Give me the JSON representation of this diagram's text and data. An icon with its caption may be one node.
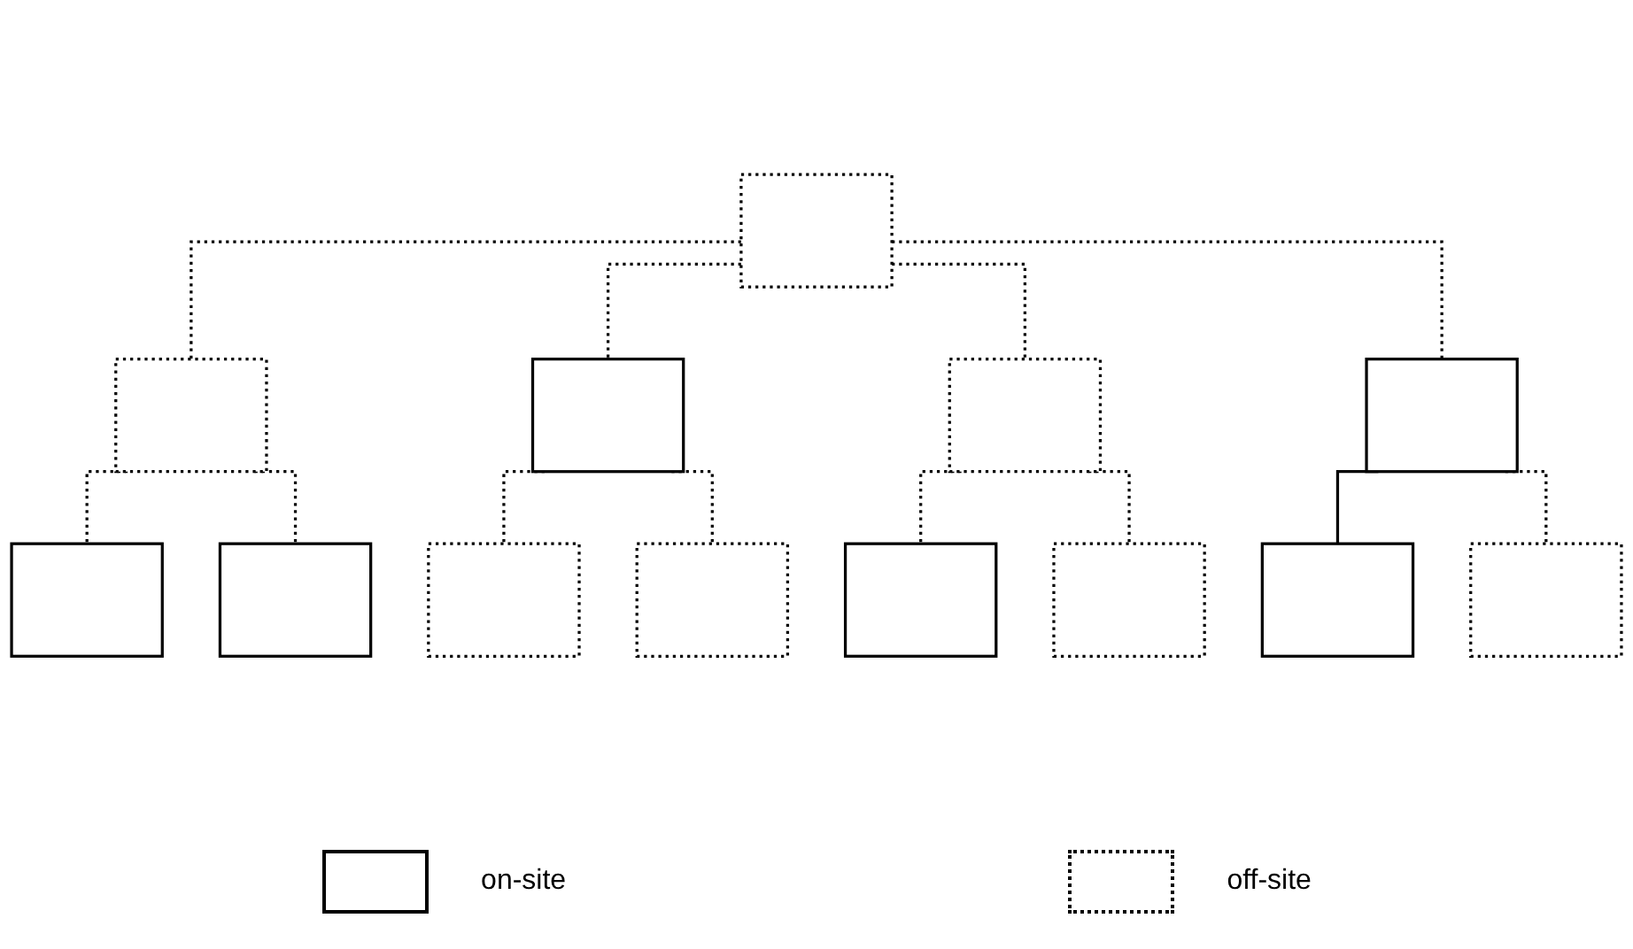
{
  "diagram": {
    "nodes": [
      {
        "text": [],
        "shape": "box"
      },
      {
        "text": [],
        "shape": "box"
      },
      {
        "text": [],
        "shape": "box"
      },
      {
        "text": [],
        "shape": "box"
      },
      {
        "text": [],
        "shape": "box"
      },
      {
        "text": [],
        "shape": "box"
      },
      {
        "text": [],
        "shape": "box"
      },
      {
        "text": [],
        "shape": "box"
      },
      {
        "text": [],
        "shape": "box"
      },
      {
        "text": [],
        "shape": "box"
      },
      {
        "text": [],
        "shape": "box"
      },
      {
        "text": [],
        "shape": "box"
      },
      {
        "text": [],
        "shape": "box"
      }
    ],
    "edges": [
      {
        "from": 0,
        "to": 1,
        "arrow": "none",
        "style": "dashed"
      },
      {
        "from": 0,
        "to": 2,
        "arrow": "none",
        "style": "dashed"
      },
      {
        "from": 0,
        "to": 3,
        "arrow": "none",
        "style": "dashed"
      },
      {
        "from": 0,
        "to": 4,
        "arrow": "none",
        "style": "dashed"
      },
      {
        "from": 1,
        "to": 5,
        "arrow": "none",
        "style": "dashed"
      },
      {
        "from": 1,
        "to": 6,
        "arrow": "none",
        "style": "dashed"
      },
      {
        "from": 2,
        "to": 7,
        "arrow": "none",
        "style": "dashed"
      },
      {
        "from": 2,
        "to": 8,
        "arrow": "none",
        "style": "dashed"
      },
      {
        "from": 3,
        "to": 9,
        "arrow": "none",
        "style": "dashed"
      },
      {
        "from": 3,
        "to": 10,
        "arrow": "none",
        "style": "dashed"
      },
      {
        "from": 4,
        "to": 11,
        "arrow": "none"
      },
      {
        "from": 4,
        "to": 12,
        "arrow": "none",
        "style": "dashed"
      }
    ],
    "legend": [
      {
        "text": "on-site"
      },
      {
        "text": "off-site"
      }
    ]
  }
}
